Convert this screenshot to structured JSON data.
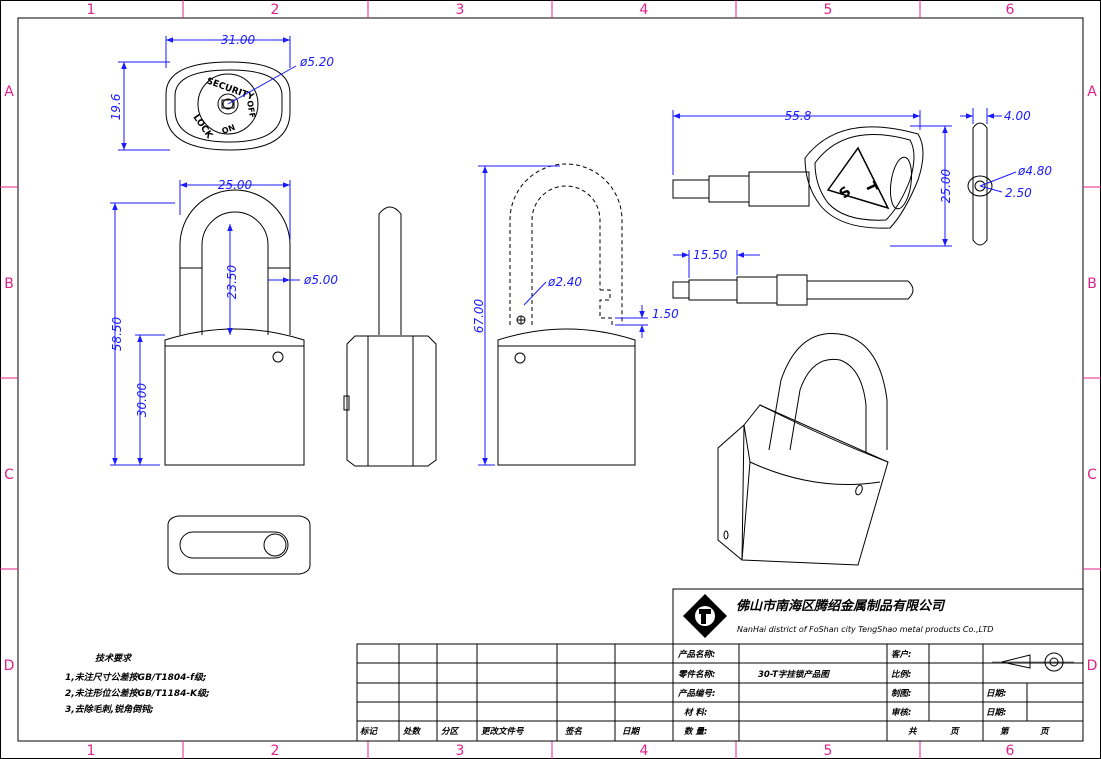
{
  "zones": {
    "columns": [
      "1",
      "2",
      "3",
      "4",
      "5",
      "6"
    ],
    "rows": [
      "A",
      "B",
      "C",
      "D"
    ]
  },
  "dimensions": {
    "lock_width": "31.00",
    "lock_height": "19.6",
    "keyhole_dia": "ø5.20",
    "shackle_width": "25.00",
    "shackle_inner": "23.50",
    "shackle_dia": "ø5.00",
    "overall_height": "58.50",
    "body_height": "30.00",
    "open_height": "67.00",
    "notch_dia": "ø2.40",
    "notch_depth": "1.50",
    "key_length": "55.8",
    "key_head_height": "25.00",
    "key_thickness": "4.00",
    "key_dia": "ø4.80",
    "key_bore": "2.50",
    "key_blade": "15.50"
  },
  "cylinder_face": {
    "ring": "SECURITY",
    "lock": "LOCK",
    "off": "OFF",
    "on": "ON"
  },
  "key_logo": {
    "letter_t": "T",
    "letter_s": "S"
  },
  "notes": {
    "title": "技术要求",
    "lines": [
      "1,未注尺寸公差按GB/T1804-f级;",
      "2,未注形位公差按GB/T1184-K级;",
      "3,去除毛刺,锐角倒钝;"
    ]
  },
  "title_block": {
    "company_cn": "佛山市南海区腾绍金属制品有限公司",
    "company_en": "NanHai district of FoShan city TengShao metal products Co.,LTD",
    "product_name_label": "产品名称:",
    "part_name_label": "零件名称:",
    "part_name_value": "30-T字挂锁产品图",
    "product_no_label": "产品编号:",
    "material_label": "材  料:",
    "quantity_label": "数  量:",
    "customer_label": "客户:",
    "scale_label": "比例:",
    "drawn_label": "制图:",
    "checked_label": "审核:",
    "date_label": "日期:",
    "total_label": "共",
    "page_label": "页",
    "sheet_label": "第",
    "rev_headers": [
      "标记",
      "处数",
      "分区",
      "更改文件号",
      "签名",
      "日期"
    ]
  }
}
